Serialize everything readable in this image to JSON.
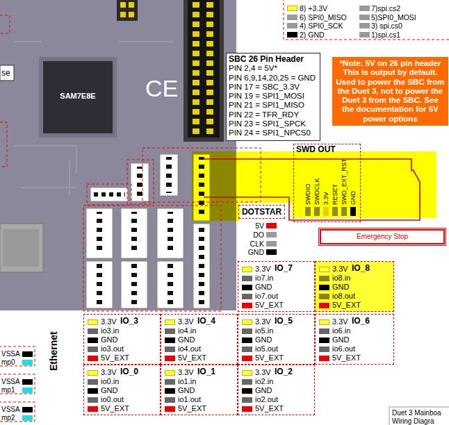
{
  "diagram": {
    "nodes": [
      {
        "text": [
          "SBC 26 Pin Header",
          "PIN 2,4 = 5V*",
          "PIN 6,9,14,20,25 = GND",
          "PIN 17 = SBC_3.3V",
          "PIN 19 = SPI1_MOSI",
          "PIN 21 = SPI1_MISO",
          "PIN 22 = TFR_RDY",
          "PIN 23 = SPI1_SPCK",
          "PIN 24 = SPI1_NPCS0"
        ]
      },
      {
        "text": [
          "*Note: 5V on 26 pin header This is output by default. Used to power the SBC from the Duet 3, not to power the Duet 3 from the SBC. See the documentation for 5V power options"
        ]
      },
      {
        "text": [
          "SWD OUT",
          "SWDIO",
          "SWDCLK",
          "3.3V",
          "RESET",
          "SWD_EXT_RST",
          "GND"
        ]
      },
      {
        "text": [
          "DOTSTAR"
        ]
      },
      {
        "text": [
          "Emergency Stop"
        ]
      },
      {
        "text": [
          "IO_7",
          "3.3V",
          "io7.in",
          "GND",
          "io7.out",
          "5V_EXT"
        ]
      },
      {
        "text": [
          "IO_8",
          "3.3V",
          "io8.in",
          "GND",
          "io8.out",
          "5V_EXT"
        ]
      },
      {
        "text": [
          "IO_3",
          "3.3V",
          "io3.in",
          "GND",
          "io3.out",
          "5V_EXT"
        ]
      },
      {
        "text": [
          "IO_4",
          "3.3V",
          "io4.in",
          "GND",
          "io4.out",
          "5V_EXT"
        ]
      },
      {
        "text": [
          "IO_5",
          "3.3V",
          "io5.in",
          "GND",
          "io5.out",
          "5V_EXT"
        ]
      },
      {
        "text": [
          "IO_6",
          "3.3V",
          "io6.in",
          "GND",
          "io6.out",
          "5V_EXT"
        ]
      },
      {
        "text": [
          "IO_0",
          "3.3V",
          "io0.in",
          "GND",
          "io0.out",
          "5V_EXT"
        ]
      },
      {
        "text": [
          "IO_1",
          "3.3V",
          "io1.in",
          "GND",
          "io1.out",
          "5V_EXT"
        ]
      },
      {
        "text": [
          "IO_2",
          "3.3V",
          "io2.in",
          "GND",
          "io2.out",
          "5V_EXT"
        ]
      }
    ],
    "labels": [
      "8) +3.3V",
      "7)spi.cs2",
      "6) SPI0_MISO",
      "5)SPI0_MOSI",
      "4) SPI0_SCK",
      "3) spi.cs0",
      "2) GND",
      "1)spi.cs1",
      "se",
      "SAM7E8E",
      "CE",
      "5V",
      "DO",
      "CLK",
      "GND",
      "Ethernet",
      "VSSA",
      "mp0",
      "VSSA",
      "mp1",
      "VSSA",
      "mp2",
      "Duet 3 Mainboa",
      "Wiring Diagra"
    ]
  }
}
